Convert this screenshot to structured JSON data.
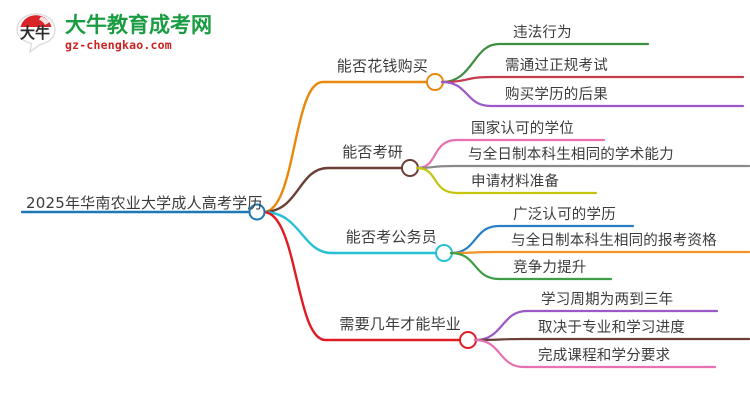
{
  "logo": {
    "mark_text": "大牛",
    "name": "大牛教育成考网",
    "url": "gz-chengkao.com",
    "name_color": "#1a9c42",
    "url_color": "#cc2222",
    "mark_color": "#d9242a"
  },
  "mindmap": {
    "root": {
      "label": "2025年华南农业大学成人高考学历",
      "color": "#1f77b4"
    },
    "branches": [
      {
        "label": "能否花钱购买",
        "color": "#e8880c",
        "children": [
          {
            "label": "违法行为",
            "color": "#3e8e41"
          },
          {
            "label": "需通过正规考试",
            "color": "#c43b4a"
          },
          {
            "label": "购买学历的后果",
            "color": "#9b59c7"
          }
        ]
      },
      {
        "label": "能否考研",
        "color": "#6b3f35",
        "children": [
          {
            "label": "国家认可的学位",
            "color": "#e86fb0"
          },
          {
            "label": "与全日制本科生相同的学术能力",
            "color": "#8a8a8a"
          },
          {
            "label": "申请材料准备",
            "color": "#c4c40c"
          }
        ]
      },
      {
        "label": "能否考公务员",
        "color": "#25c0d6",
        "children": [
          {
            "label": "广泛认可的学历",
            "color": "#2a7fc4"
          },
          {
            "label": "与全日制本科生相同的报考资格",
            "color": "#f29227"
          },
          {
            "label": "竞争力提升",
            "color": "#3e9e45"
          }
        ]
      },
      {
        "label": "需要几年才能毕业",
        "color": "#e01b24",
        "children": [
          {
            "label": "学习周期为两到三年",
            "color": "#9b59c7"
          },
          {
            "label": "取决于专业和学习进度",
            "color": "#6b3f35"
          },
          {
            "label": "完成课程和学分要求",
            "color": "#e86fb0"
          }
        ]
      }
    ]
  }
}
